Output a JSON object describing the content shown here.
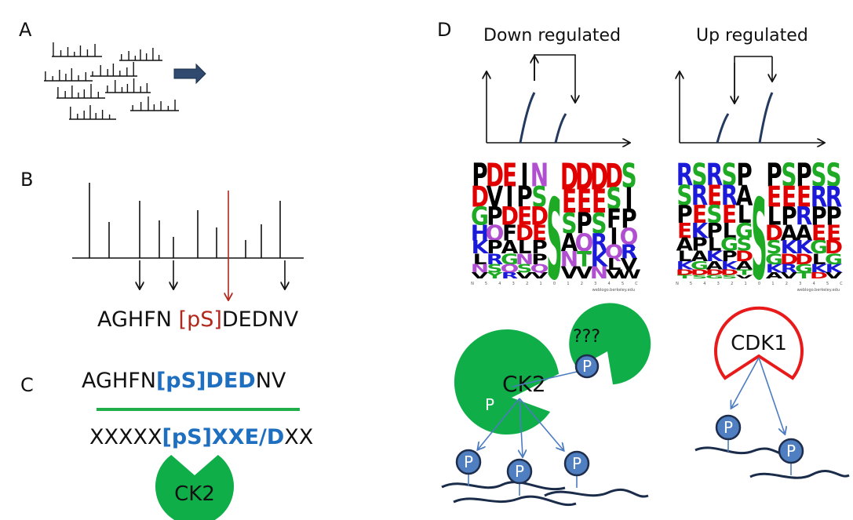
{
  "panels": {
    "a": "A",
    "b": "B",
    "c": "C",
    "d": "D"
  },
  "panel_b": {
    "seq_prefix": "AGHFN ",
    "seq_site": "[pS]",
    "seq_suffix": "DEDNV"
  },
  "panel_c": {
    "seq1_prefix": "AGHFN",
    "seq1_motif": "[pS]DED",
    "seq1_suffix": "NV",
    "seq2_prefix": "XXXXX",
    "seq2_motif": "[pS]XXE/D",
    "seq2_suffix": "XX",
    "kinase": "CK2"
  },
  "panel_d": {
    "down_title": "Down regulated",
    "up_title": "Up regulated",
    "kinase_ck2": "CK2",
    "kinase_unknown": "???",
    "kinase_cdk1": "CDK1",
    "phospho_label": "P",
    "logo_left": {
      "columns": [
        [
          "P",
          "D",
          "G",
          "H",
          "K",
          "L",
          "N",
          "V"
        ],
        [
          "D",
          "V",
          "P",
          "Q",
          "P",
          "R",
          "S",
          "Y"
        ],
        [
          "E",
          "I",
          "D",
          "F",
          "A",
          "G",
          "Q",
          "R"
        ],
        [
          "I",
          "P",
          "E",
          "D",
          "L",
          "N",
          "S",
          "V"
        ],
        [
          "N",
          "S",
          "D",
          "E",
          "P",
          "P",
          "Q",
          "V"
        ],
        [
          "S"
        ],
        [
          "D",
          "E",
          "S",
          "A",
          "N",
          "V"
        ],
        [
          "D",
          "E",
          "P",
          "Q",
          "T",
          "V"
        ],
        [
          "D",
          "E",
          "S",
          "R",
          "K",
          "N"
        ],
        [
          "D",
          "S",
          "F",
          "I",
          "Q",
          "L",
          "V"
        ],
        [
          "S",
          "I",
          "P",
          "Q",
          "R",
          "V",
          "W"
        ]
      ],
      "axis_numbers": [
        "N",
        "5",
        "4",
        "3",
        "2",
        "1",
        "0",
        "1",
        "2",
        "3",
        "4",
        "5",
        "C"
      ],
      "credit": "weblogo.berkeley.edu"
    },
    "logo_right": {
      "columns": [
        [
          "R",
          "S",
          "P",
          "E",
          "A",
          "L",
          "K",
          "D",
          "T"
        ],
        [
          "S",
          "R",
          "E",
          "K",
          "P",
          "A",
          "G",
          "D",
          "S"
        ],
        [
          "R",
          "E",
          "S",
          "P",
          "L",
          "K",
          "A",
          "D",
          "G"
        ],
        [
          "S",
          "R",
          "E",
          "L",
          "G",
          "P",
          "K",
          "D",
          "S"
        ],
        [
          "P",
          "A",
          "L",
          "G",
          "S",
          "D",
          "A",
          "T",
          "V"
        ],
        [
          "S"
        ],
        [
          "P",
          "E",
          "L",
          "D",
          "S",
          "G",
          "K",
          "A"
        ],
        [
          "S",
          "E",
          "P",
          "A",
          "K",
          "D",
          "R",
          "V"
        ],
        [
          "P",
          "E",
          "R",
          "A",
          "K",
          "D",
          "G",
          "T"
        ],
        [
          "S",
          "R",
          "P",
          "E",
          "G",
          "L",
          "K",
          "D"
        ],
        [
          "S",
          "R",
          "P",
          "E",
          "D",
          "G",
          "K",
          "V"
        ]
      ],
      "axis_numbers": [
        "N",
        "5",
        "4",
        "3",
        "2",
        "1",
        "0",
        "1",
        "2",
        "3",
        "4",
        "5",
        "C"
      ],
      "credit": "weblogo.berkeley.edu"
    }
  },
  "colors": {
    "ck2_green": "#0fae48",
    "cdk1_border": "#e81a1a",
    "phospho_blue": "#4f7fc0",
    "phospho_border": "#1f2d4d",
    "arrow_blue": "#4c7cc0",
    "strand_navy": "#1a2c4a",
    "site_red": "#b2271b",
    "motif_blue": "#1f6fc0",
    "aa_acidic": "#e00000",
    "aa_basic": "#1a1ad8",
    "aa_polar": "#1eaa24",
    "aa_hydrophobic": "#000000",
    "aa_amide": "#b04fd0"
  }
}
